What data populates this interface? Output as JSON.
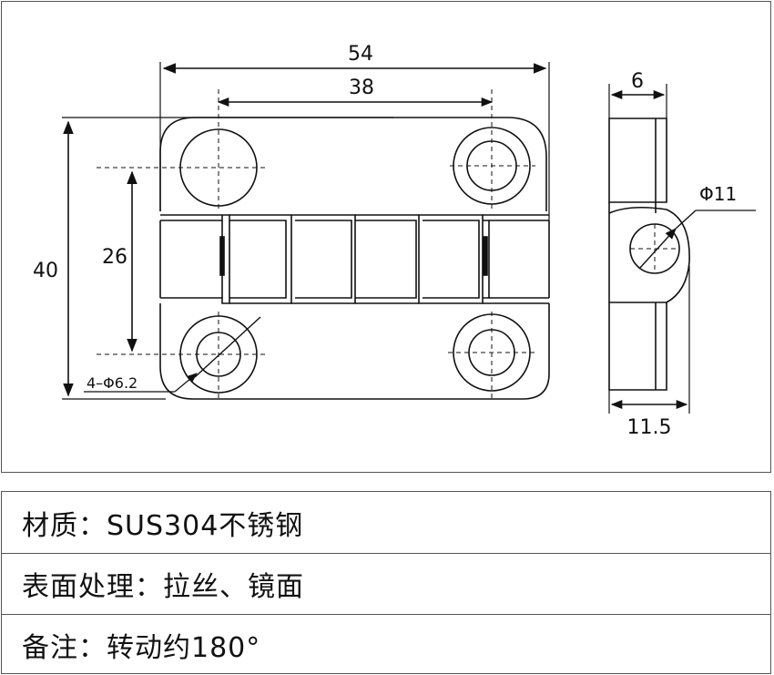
{
  "drawing": {
    "dimensions": {
      "overall_width": "54",
      "hole_spacing": "38",
      "overall_height": "40",
      "hole_vertical_spacing": "26",
      "mounting_holes": "4–Φ6.2",
      "thickness": "6",
      "knuckle_diameter": "Φ11",
      "side_depth": "11.5"
    }
  },
  "specs": [
    {
      "label": "材质：",
      "value": "SUS304不锈钢"
    },
    {
      "label": "表面处理：",
      "value": "拉丝、镜面"
    },
    {
      "label": "备注：",
      "value": "转动约180°"
    }
  ]
}
